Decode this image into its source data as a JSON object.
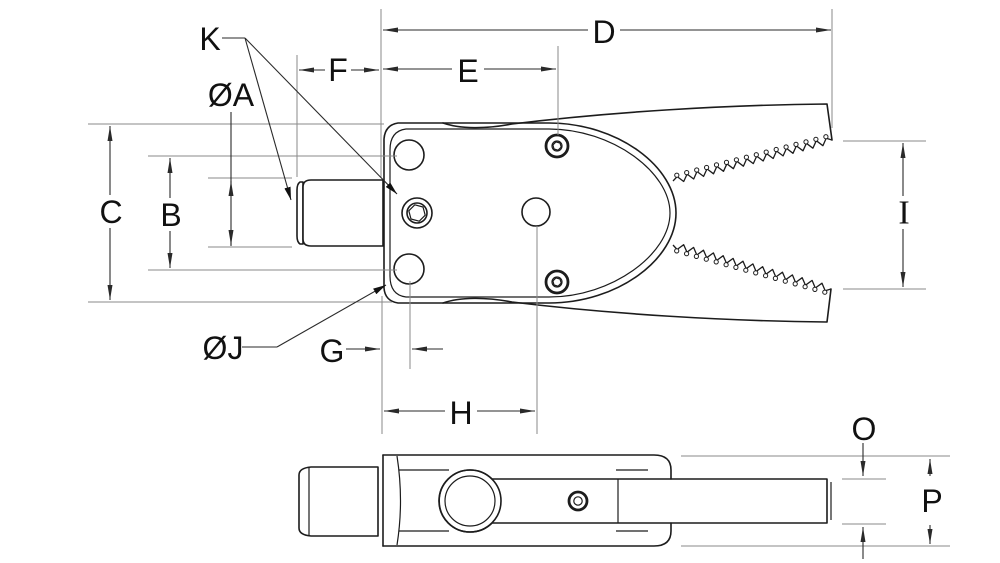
{
  "drawing": {
    "background": "#ffffff",
    "line_color": "#1c1c1c",
    "dimension_color": "#2a2a2a",
    "extension_color": "#8a8a8a",
    "dim_labels": {
      "a": "ØA",
      "b": "B",
      "c": "C",
      "d": "D",
      "e": "E",
      "f": "F",
      "g": "G",
      "h": "H",
      "i": "I",
      "j": "ØJ",
      "k": "K",
      "o": "O",
      "p": "P"
    }
  }
}
